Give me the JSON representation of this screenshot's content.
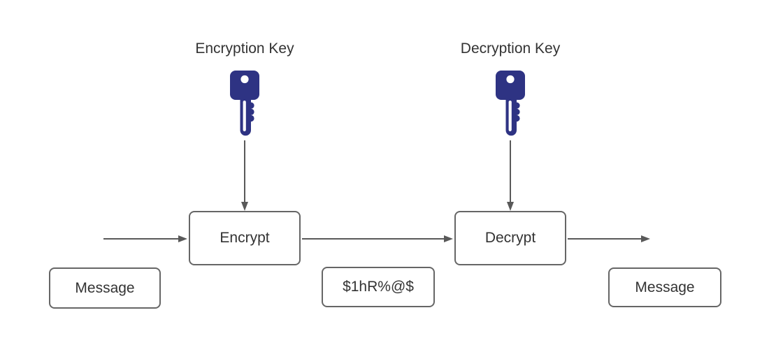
{
  "diagram": {
    "labels": {
      "encryption_key": "Encryption Key",
      "decryption_key": "Decryption Key"
    },
    "nodes": {
      "encrypt": "Encrypt",
      "decrypt": "Decrypt",
      "message_in": "Message",
      "ciphertext": "$1hR%@$",
      "message_out": "Message"
    },
    "icons": {
      "encryption_key": "key-icon",
      "decryption_key": "key-icon"
    },
    "colors": {
      "key_fill": "#2e3383",
      "arrow": "#595959",
      "box_border": "#666666",
      "text": "#333333",
      "background": "#ffffff"
    }
  }
}
